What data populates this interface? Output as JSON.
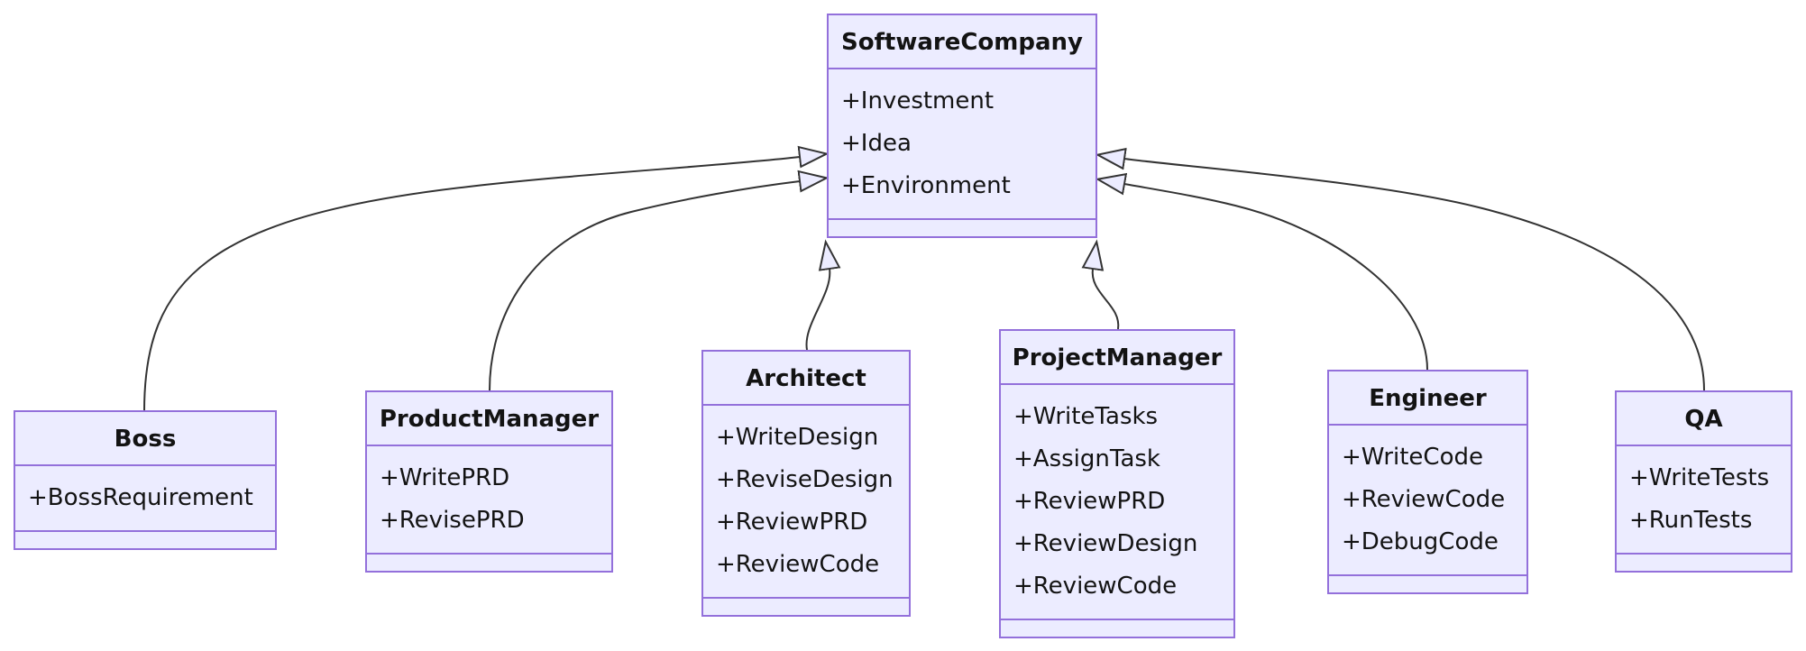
{
  "diagram": {
    "type": "uml-class-diagram",
    "colors": {
      "box_fill": "#ECECFF",
      "box_border": "#9370DB",
      "line": "#333333",
      "text": "#131313",
      "background": "#FFFFFF"
    },
    "classes": [
      {
        "name": "SoftwareCompany",
        "attributes": [
          "+Investment",
          "+Idea",
          "+Environment"
        ],
        "methods": []
      },
      {
        "name": "Boss",
        "attributes": [
          "+BossRequirement"
        ],
        "methods": []
      },
      {
        "name": "ProductManager",
        "attributes": [
          "+WritePRD",
          "+RevisePRD"
        ],
        "methods": []
      },
      {
        "name": "Architect",
        "attributes": [
          "+WriteDesign",
          "+ReviseDesign",
          "+ReviewPRD",
          "+ReviewCode"
        ],
        "methods": []
      },
      {
        "name": "ProjectManager",
        "attributes": [
          "+WriteTasks",
          "+AssignTask",
          "+ReviewPRD",
          "+ReviewDesign",
          "+ReviewCode"
        ],
        "methods": []
      },
      {
        "name": "Engineer",
        "attributes": [
          "+WriteCode",
          "+ReviewCode",
          "+DebugCode"
        ],
        "methods": []
      },
      {
        "name": "QA",
        "attributes": [
          "+WriteTests",
          "+RunTests"
        ],
        "methods": []
      }
    ],
    "relationships": [
      {
        "from": "Boss",
        "to": "SoftwareCompany",
        "type": "inheritance"
      },
      {
        "from": "ProductManager",
        "to": "SoftwareCompany",
        "type": "inheritance"
      },
      {
        "from": "Architect",
        "to": "SoftwareCompany",
        "type": "inheritance"
      },
      {
        "from": "ProjectManager",
        "to": "SoftwareCompany",
        "type": "inheritance"
      },
      {
        "from": "Engineer",
        "to": "SoftwareCompany",
        "type": "inheritance"
      },
      {
        "from": "QA",
        "to": "SoftwareCompany",
        "type": "inheritance"
      }
    ]
  }
}
